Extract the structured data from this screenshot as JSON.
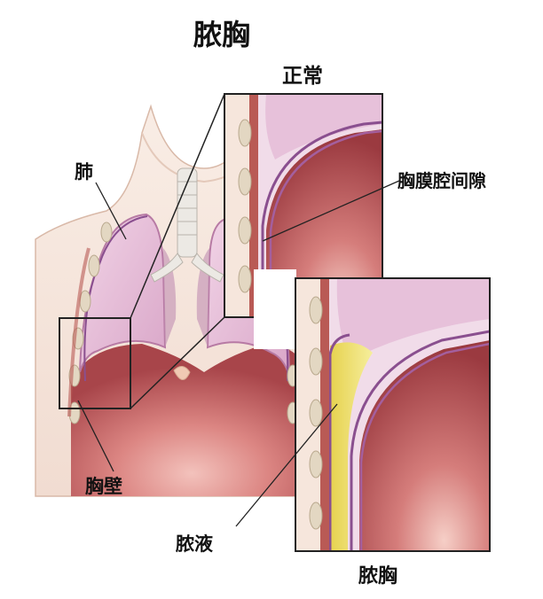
{
  "title": "脓胸",
  "labels": {
    "normal": "正常",
    "lung": "肺",
    "pleural_space": "胸膜腔间隙",
    "chest_wall": "胸壁",
    "pus": "脓液",
    "empyema": "脓胸"
  },
  "colors": {
    "lung_fill": "#e9c3dc",
    "lung_edge": "#b77aa4",
    "membrane": "#8a4f8f",
    "diaphragm_dark": "#9d3a3f",
    "diaphragm_mid": "#c96466",
    "diaphragm_light": "#e9a2a0",
    "rib": "#e3d7c2",
    "muscle": "#b95a55",
    "skin": "#f6e6dc",
    "pus": "#efe27a",
    "frame": "#222222"
  }
}
